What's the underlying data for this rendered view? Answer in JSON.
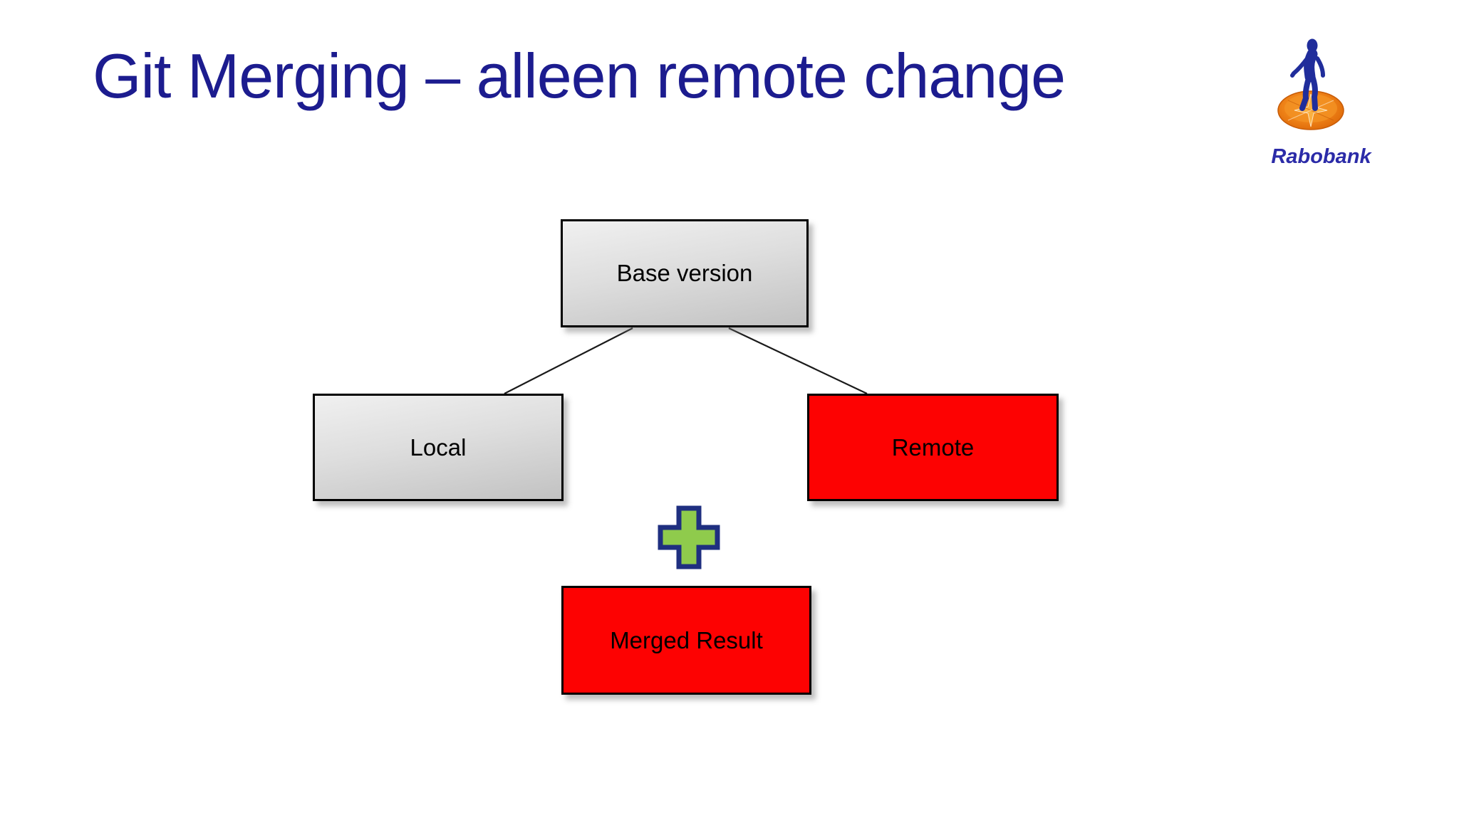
{
  "slide": {
    "title": "Git Merging – alleen remote change",
    "title_color": "#1C1C8F",
    "background_color": "#FFFFFF"
  },
  "logo": {
    "brand": "Rabobank",
    "wordmark": "Rabobank",
    "wordmark_color": "#2B2BA8",
    "figure_color": "#202D9B",
    "disc_color": "#E8720C"
  },
  "diagram": {
    "type": "git-merge-tree",
    "nodes": [
      {
        "id": "base",
        "label": "Base version",
        "fill_style": "gray-gradient",
        "fill_top": "#F0F0F0",
        "fill_bottom": "#C2C2C2",
        "border_color": "#000000"
      },
      {
        "id": "local",
        "label": "Local",
        "fill_style": "gray-gradient",
        "fill_top": "#F0F0F0",
        "fill_bottom": "#C2C2C2",
        "border_color": "#000000"
      },
      {
        "id": "remote",
        "label": "Remote",
        "fill_style": "solid",
        "fill": "#FD0202",
        "border_color": "#000000"
      },
      {
        "id": "merged",
        "label": "Merged Result",
        "fill_style": "solid",
        "fill": "#FD0202",
        "border_color": "#000000"
      }
    ],
    "edges": [
      {
        "from": "base",
        "to": "local"
      },
      {
        "from": "base",
        "to": "remote"
      }
    ],
    "plus_icon": {
      "glyph": "plus",
      "fill_color": "#8FCB4C",
      "border_color": "#1F2F80"
    }
  }
}
